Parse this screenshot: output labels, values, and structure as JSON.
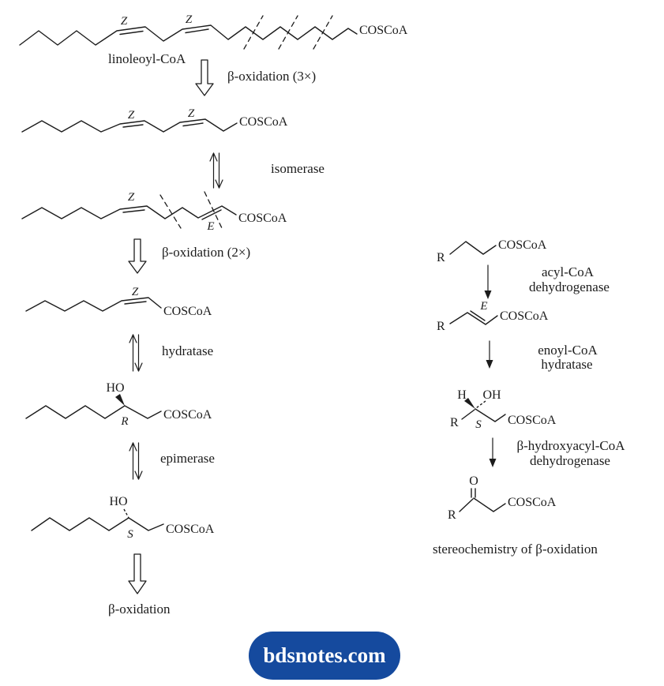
{
  "colors": {
    "ink": "#1c1c1c",
    "badge_bg": "#154a9e",
    "badge_text": "#ffffff"
  },
  "left_column": {
    "structure1": {
      "name": "linoleoyl-CoA",
      "db1": "Z",
      "db2": "Z",
      "thioester": "COSCoA"
    },
    "arrow1_label": "β-oxidation (3×)",
    "structure2": {
      "db1": "Z",
      "db2": "Z",
      "thioester": "COSCoA"
    },
    "arrow2_label": "isomerase",
    "structure3": {
      "db1": "Z",
      "db2": "E",
      "thioester": "COSCoA"
    },
    "arrow3_label": "β-oxidation (2×)",
    "structure4": {
      "db1": "Z",
      "thioester": "COSCoA"
    },
    "arrow4_label": "hydratase",
    "structure5": {
      "hydroxyl": "HO",
      "stereo": "R",
      "thioester": "COSCoA"
    },
    "arrow5_label": "epimerase",
    "structure6": {
      "hydroxyl": "HO",
      "stereo": "S",
      "thioester": "COSCoA"
    },
    "arrow6_label": "β-oxidation"
  },
  "right_column": {
    "structure1": {
      "r_group": "R",
      "thioester": "COSCoA"
    },
    "arrow1_line1": "acyl-CoA",
    "arrow1_line2": "dehydrogenase",
    "structure2": {
      "r_group": "R",
      "db": "E",
      "thioester": "COSCoA"
    },
    "arrow2_line1": "enoyl-CoA",
    "arrow2_line2": "hydratase",
    "structure3": {
      "h": "H",
      "hydroxyl": "OH",
      "r_group": "R",
      "stereo": "S",
      "thioester": "COSCoA"
    },
    "arrow3_line1": "β-hydroxyacyl-CoA",
    "arrow3_line2": "dehydrogenase",
    "structure4": {
      "carbonyl": "O",
      "r_group": "R",
      "thioester": "COSCoA"
    },
    "caption": "stereochemistry of β-oxidation"
  },
  "badge": {
    "label": "bdsnotes.com"
  }
}
